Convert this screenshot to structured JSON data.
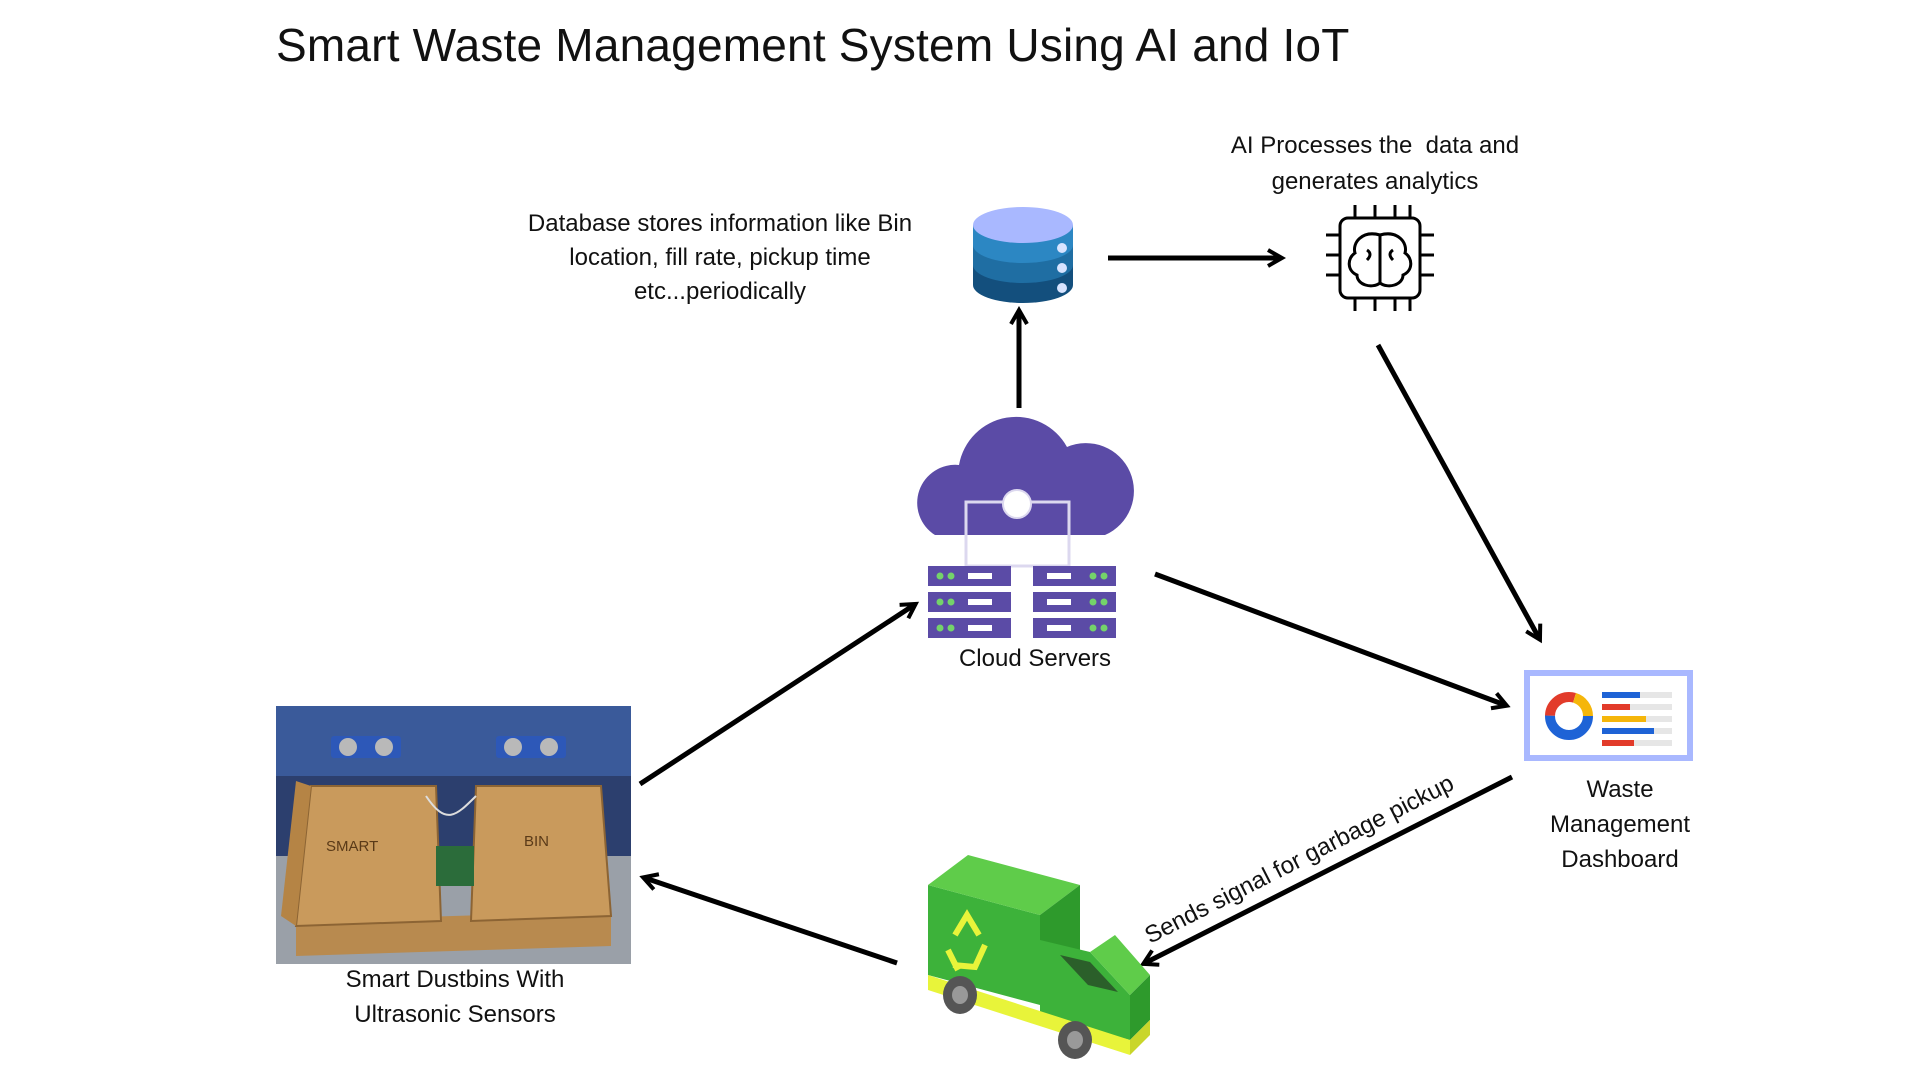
{
  "title": "Smart Waste Management System Using AI and IoT",
  "nodes": {
    "database_caption": [
      "Database stores information like Bin",
      "location, fill rate, pickup time",
      "etc...periodically"
    ],
    "ai_caption": [
      "AI Processes the  data and",
      "generates analytics"
    ],
    "cloud_caption": "Cloud Servers",
    "dashboard_caption": [
      "Waste",
      "Management",
      "Dashboard"
    ],
    "dustbin_caption": [
      "Smart Dustbins With",
      "Ultrasonic Sensors"
    ],
    "bin_labels": [
      "SMART",
      "BIN"
    ]
  },
  "edges": {
    "dashboard_to_truck_label": "Sends signal for garbage pickup"
  },
  "colors": {
    "db_top": "#a9b8ff",
    "db_mid": "#2c87c3",
    "db_base": "#134f7d",
    "cloud": "#5b4ba6",
    "server": "#5b4ba6",
    "server_led": "#74d36a",
    "truck_green": "#3db23a",
    "truck_yellow": "#e8f43a",
    "dashboard_frame": "#a9b8ff",
    "donut_blue": "#1e63d6",
    "donut_red": "#e23b2a",
    "donut_yellow": "#f5b60a",
    "cardboard": "#c99a5c"
  },
  "icons": [
    "database-icon",
    "ai-chip-brain-icon",
    "cloud-server-icon",
    "dashboard-icon",
    "garbage-truck-icon",
    "recycle-icon",
    "smart-dustbin-photo"
  ]
}
